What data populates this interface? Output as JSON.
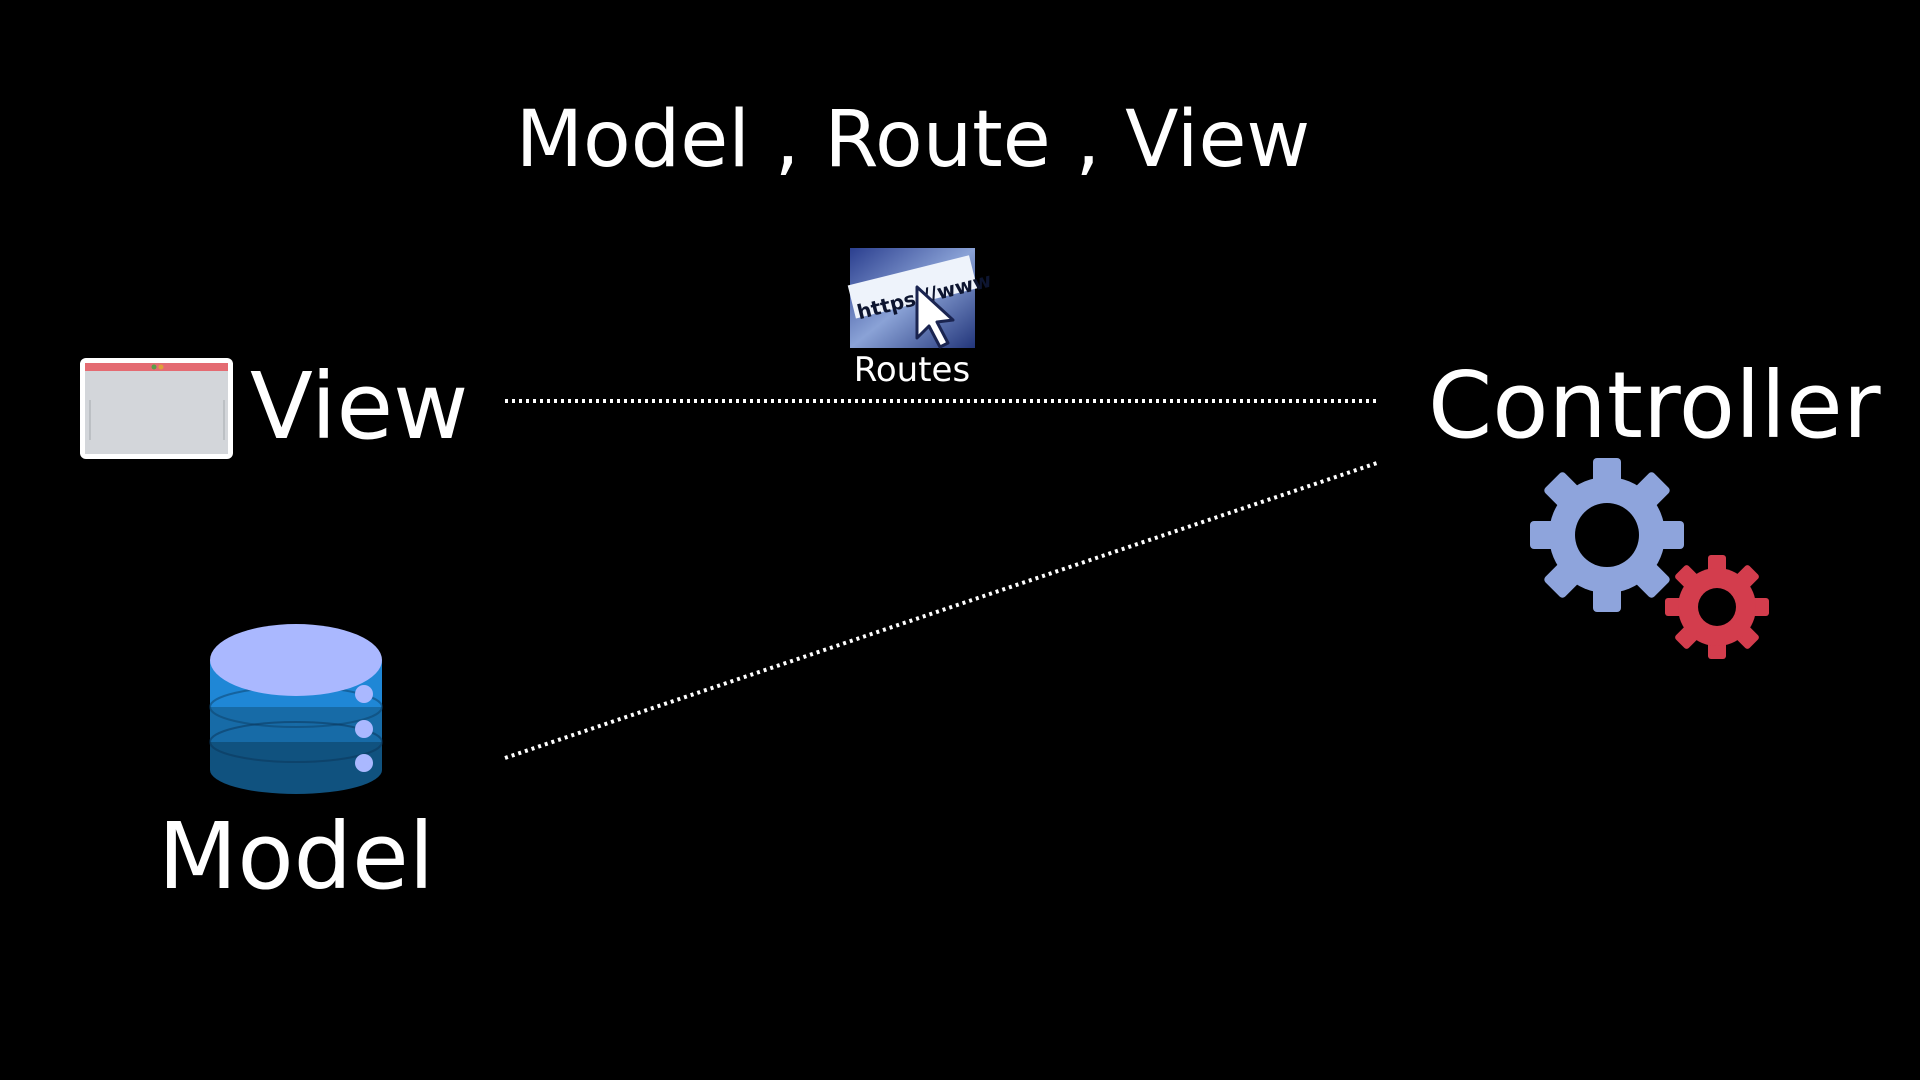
{
  "title": "Model , Route , View",
  "nodes": {
    "view": {
      "label": "View",
      "icon": "browser-window-icon"
    },
    "model": {
      "label": "Model",
      "icon": "database-icon"
    },
    "controller": {
      "label": "Controller",
      "icon": "gears-icon"
    },
    "routes": {
      "label": "Routes",
      "icon": "url-cursor-icon",
      "url_text": "https://www"
    }
  },
  "connections": [
    {
      "from": "view",
      "to": "controller",
      "style": "dotted",
      "via": "routes"
    },
    {
      "from": "model",
      "to": "controller",
      "style": "dotted"
    }
  ],
  "colors": {
    "background": "#000000",
    "text": "#ffffff",
    "gear_large": "#8ea4dc",
    "gear_small": "#d33d4d",
    "db_top": "#aab8ff",
    "db_band_1": "#1f87d6",
    "db_band_2": "#176ba7",
    "db_band_3": "#10527f"
  }
}
